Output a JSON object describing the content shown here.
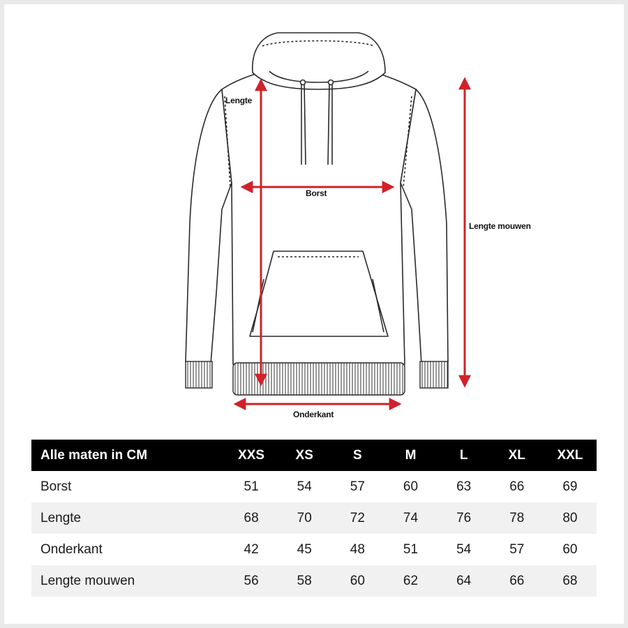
{
  "diagram": {
    "labels": {
      "lengte": "Lengte",
      "borst": "Borst",
      "lengte_mouwen": "Lengte mouwen",
      "onderkant": "Onderkant"
    },
    "arrow_color": "#d0222a",
    "garment_icon": "hoodie-icon"
  },
  "table": {
    "header_label": "Alle maten in CM",
    "sizes": [
      "XXS",
      "XS",
      "S",
      "M",
      "L",
      "XL",
      "XXL"
    ],
    "rows": [
      {
        "label": "Borst",
        "values": [
          "51",
          "54",
          "57",
          "60",
          "63",
          "66",
          "69"
        ]
      },
      {
        "label": "Lengte",
        "values": [
          "68",
          "70",
          "72",
          "74",
          "76",
          "78",
          "80"
        ]
      },
      {
        "label": "Onderkant",
        "values": [
          "42",
          "45",
          "48",
          "51",
          "54",
          "57",
          "60"
        ]
      },
      {
        "label": "Lengte mouwen",
        "values": [
          "56",
          "58",
          "60",
          "62",
          "64",
          "66",
          "68"
        ]
      }
    ],
    "header_bg": "#000000",
    "stripe_bg": "#f1f1f1"
  }
}
